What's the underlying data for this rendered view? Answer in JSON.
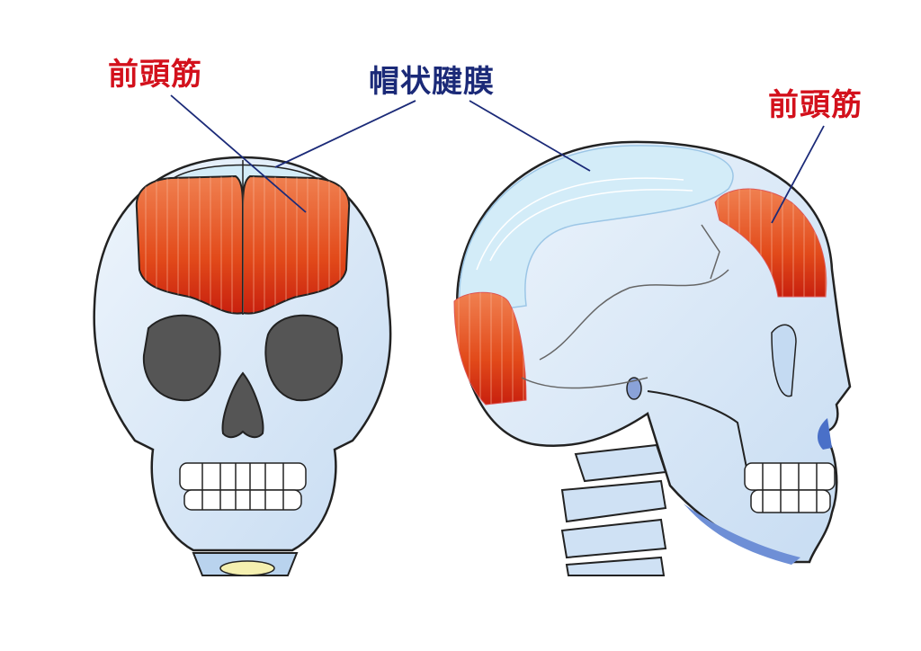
{
  "labels": {
    "front_muscle_left": "前頭筋",
    "galea_aponeurotica": "帽状腱膜",
    "front_muscle_right": "前頭筋"
  },
  "colors": {
    "muscle_label": "#d3111c",
    "aponeurosis_label": "#1b2a78",
    "muscle": "#e0461c",
    "bone": "#dce9f7",
    "aponeurosis": "#c9e6f6"
  }
}
